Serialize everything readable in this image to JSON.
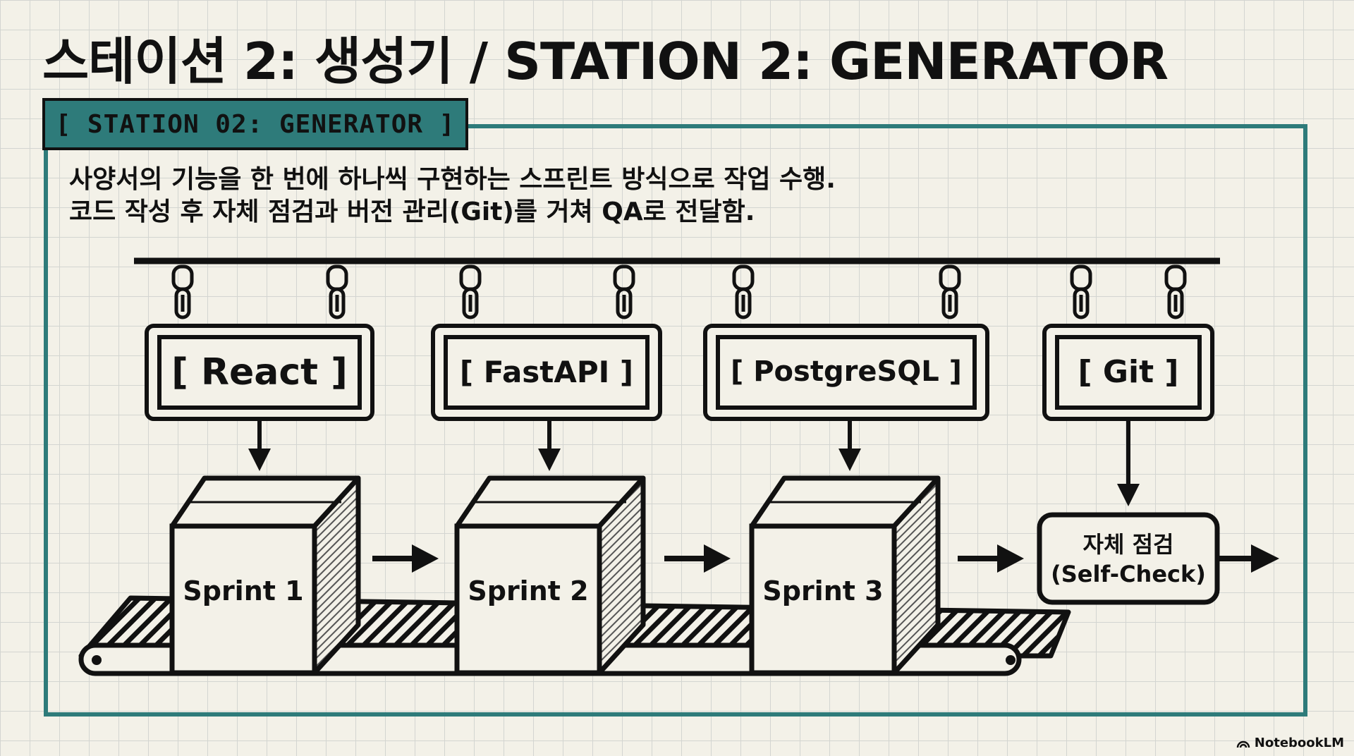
{
  "title": "스테이션 2: 생성기 / STATION 2: GENERATOR",
  "station_tab": "[ STATION 02: GENERATOR ]",
  "description": [
    "사양서의 기능을 한 번에 하나씩 구현하는 스프린트 방식으로 작업 수행.",
    "코드 작성 후 자체 점검과 버전 관리(Git)를 거쳐 QA로 전달함."
  ],
  "signs": [
    "[ React ]",
    "[ FastAPI ]",
    "[ PostgreSQL ]",
    "[ Git ]"
  ],
  "sprints": [
    "Sprint 1",
    "Sprint 2",
    "Sprint 3"
  ],
  "self_check": [
    "자체 점검",
    "(Self-Check)"
  ],
  "brand": "NotebookLM",
  "colors": {
    "teal": "#2e7b7a",
    "background": "#f3f1e8",
    "ink": "#111111"
  }
}
